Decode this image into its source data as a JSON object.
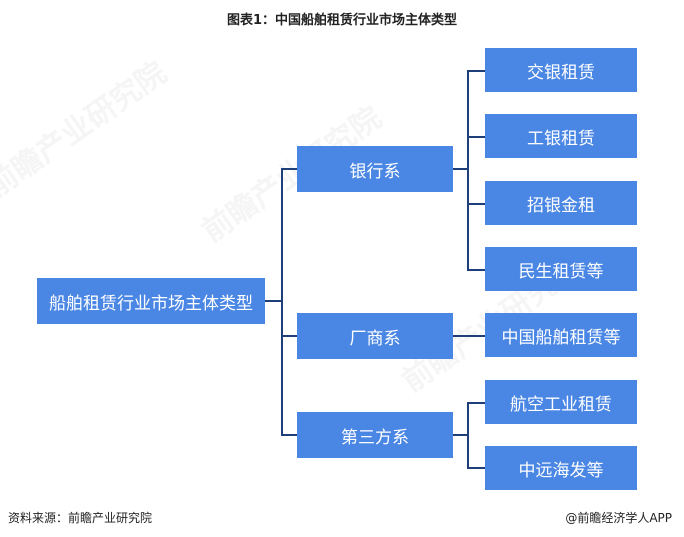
{
  "title": "图表1：中国船舶租赁行业市场主体类型",
  "root": "船舶租赁行业市场主体类型",
  "categories": [
    {
      "label": "银行系",
      "items": [
        "交银租赁",
        "工银租赁",
        "招银金租",
        "民生租赁等"
      ]
    },
    {
      "label": "厂商系",
      "items": [
        "中国船舶租赁等"
      ]
    },
    {
      "label": "第三方系",
      "items": [
        "航空工业租赁",
        "中远海发等"
      ]
    }
  ],
  "footer": {
    "source": "资料来源：前瞻产业研究院",
    "brand": "@前瞻经济学人APP"
  },
  "watermark": "前瞻产业研究院",
  "colors": {
    "box": "#4a86e4",
    "line": "#1f3f7a"
  }
}
